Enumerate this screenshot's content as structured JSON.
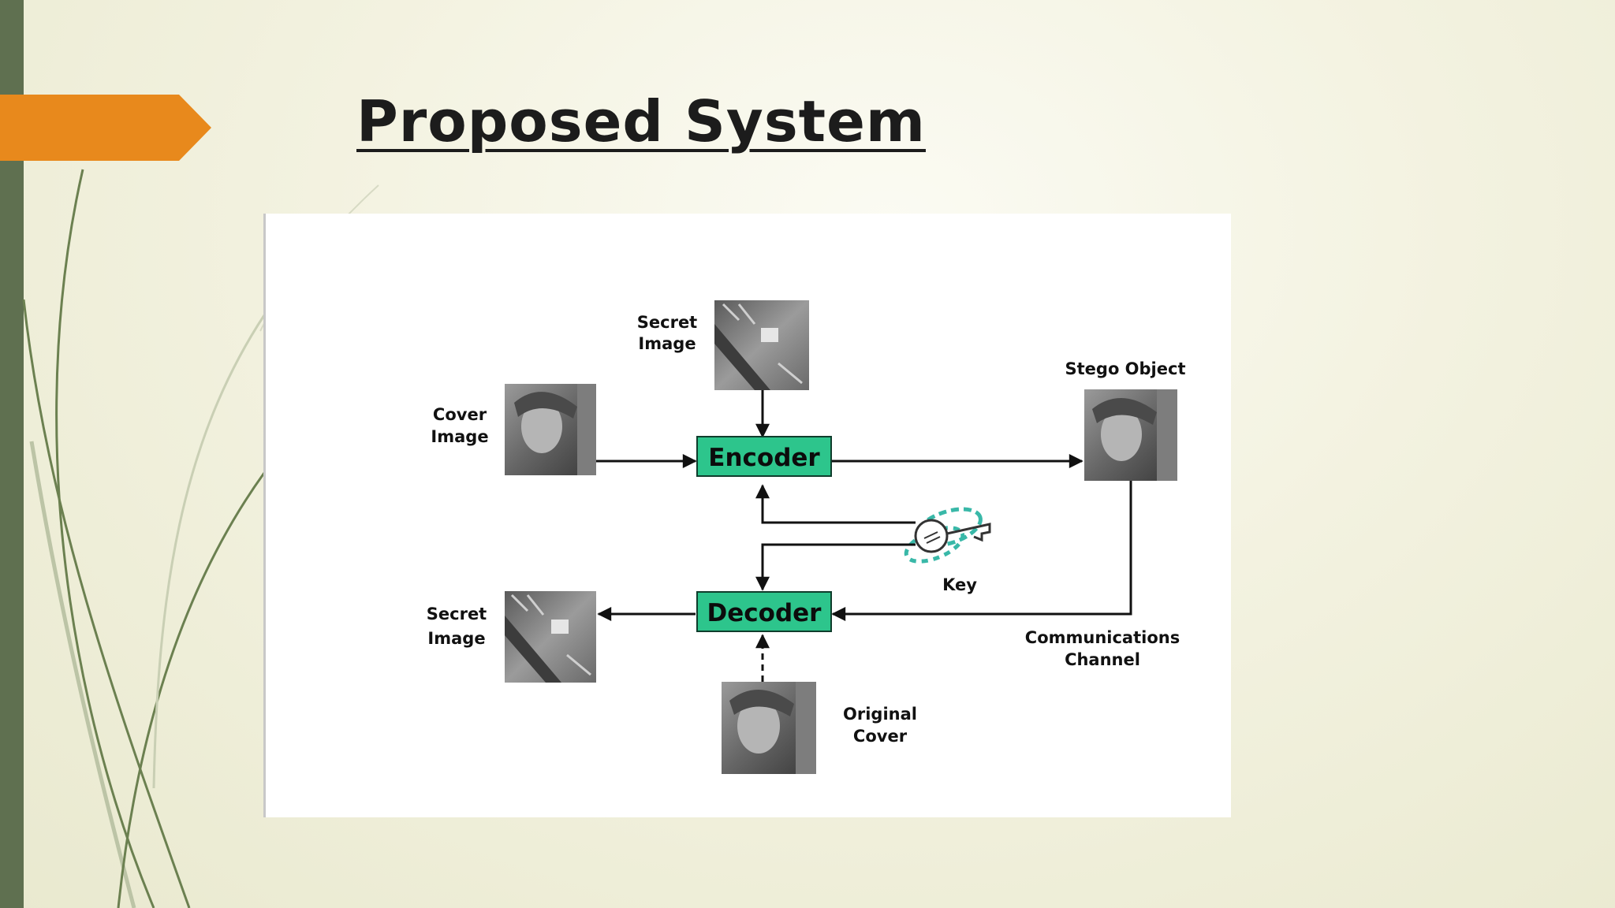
{
  "slide": {
    "title": "Proposed System"
  },
  "diagram": {
    "encoder_label": "Encoder",
    "decoder_label": "Decoder",
    "cover_image_label": [
      "Cover",
      "Image"
    ],
    "secret_image_top_label": [
      "Secret",
      "Image"
    ],
    "secret_image_bottom_label": [
      "Secret",
      "Image"
    ],
    "stego_object_label": "Stego Object",
    "key_label": "Key",
    "channel_label": [
      "Communications",
      "Channel"
    ],
    "original_cover_label": [
      "Original",
      "Cover"
    ]
  },
  "colors": {
    "accent": "#e8891c",
    "sidebar": "#5f7050",
    "box_fill": "#2dc58c",
    "line": "#111111"
  }
}
